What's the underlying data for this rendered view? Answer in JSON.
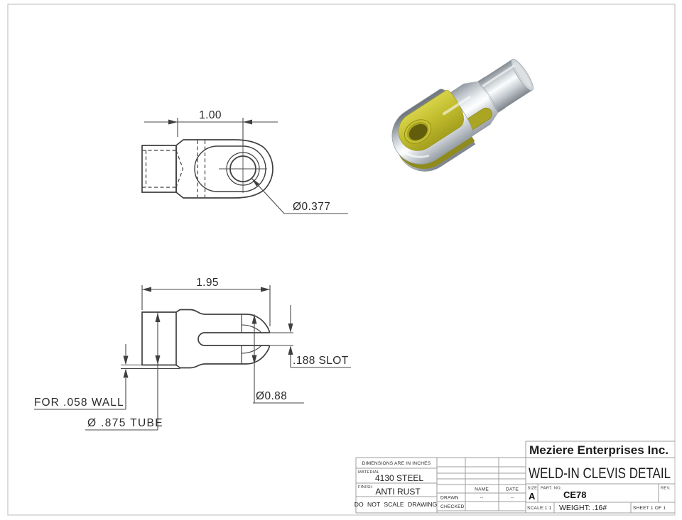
{
  "drawing": {
    "side_view": {
      "length_dim": "1.00",
      "hole_dim": "Ø0.377"
    },
    "plan_view": {
      "length_dim": "1.95",
      "slot_dim": ".188 SLOT",
      "od_dim": "Ø0.88",
      "wall_note": "FOR .058 WALL",
      "tube_note": "Ø .875 TUBE"
    }
  },
  "title_block": {
    "company": "Meziere Enterprises Inc.",
    "drawing_title": "WELD-IN CLEVIS DETAIL",
    "dimensions_note": "DIMENSIONS ARE IN INCHES",
    "material_label": "MATERIAL",
    "material_value": "4130 STEEL",
    "finish_label": "FINISH",
    "finish_value": "ANTI RUST",
    "scale_note": "DO NOT SCALE DRAWING",
    "name_header": "NAME",
    "date_header": "DATE",
    "drawn_label": "DRAWN",
    "drawn_name": "--",
    "drawn_date": "--",
    "checked_label": "CHECKED",
    "size_label": "SIZE",
    "size_value": "A",
    "part_no_label": "PART. NO.",
    "part_no_value": "CE78",
    "rev_label": "REV.",
    "scale_value": "SCALE:1:1",
    "weight_value": "WEIGHT: .16#",
    "sheet_value": "SHEET 1 OF 1"
  },
  "colors": {
    "edge_line": "#3f3f3f",
    "dim_line": "#474747",
    "grid_line": "#9c9c9c",
    "sheet_border": "#c6c6c6",
    "metal_light": "#fdfefe",
    "metal_mid": "#ccd2d6",
    "metal_dark": "#7a8189",
    "slot_yellow": "#c2bd2e",
    "slot_yellow_dark": "#8f8b1e"
  }
}
